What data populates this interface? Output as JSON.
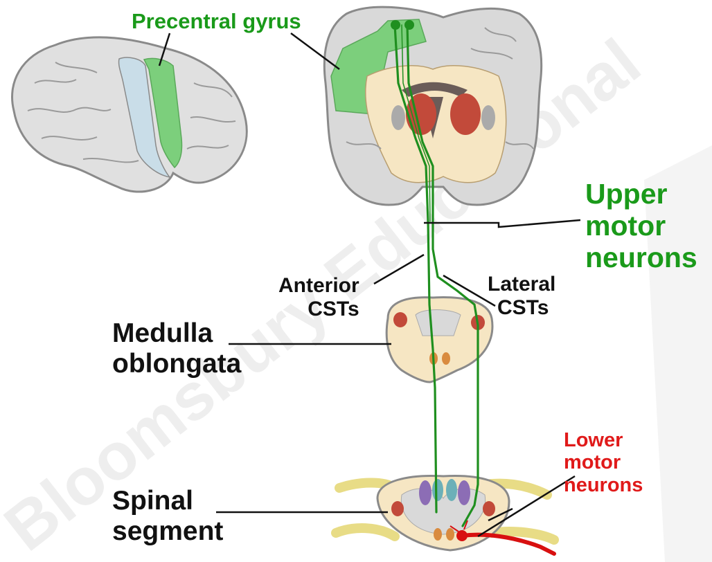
{
  "labels": {
    "precentral_gyrus": "Precentral gyrus",
    "upper_motor_neurons": [
      "Upper",
      "motor",
      "neurons"
    ],
    "anterior_csts": [
      "Anterior",
      "CSTs"
    ],
    "lateral_csts": [
      "Lateral",
      "CSTs"
    ],
    "medulla_oblongata": [
      "Medulla",
      "oblongata"
    ],
    "lower_motor_neurons": [
      "Lower",
      "motor",
      "neurons"
    ],
    "spinal_segment": [
      "Spinal",
      "segment"
    ]
  },
  "watermark": "Bloomsbury Educational",
  "colors": {
    "green_label": "#1a9a1a",
    "red_label": "#e01a1a",
    "black_label": "#111111",
    "tract_green": "#1f8f1f",
    "motor_cortex_green": "#7ccf7c",
    "sensory_cortex_blue": "#c9dde8",
    "brain_gray": "#d9d9d9",
    "white_matter": "#f6e6c3",
    "basal_ganglia_red": "#c24a3a",
    "nerve_yellow": "#f3ea9a",
    "lmn_red": "#d81010"
  },
  "icons": [
    "lateral-brain-icon",
    "coronal-section-icon",
    "medulla-section-icon",
    "spinal-section-icon"
  ]
}
